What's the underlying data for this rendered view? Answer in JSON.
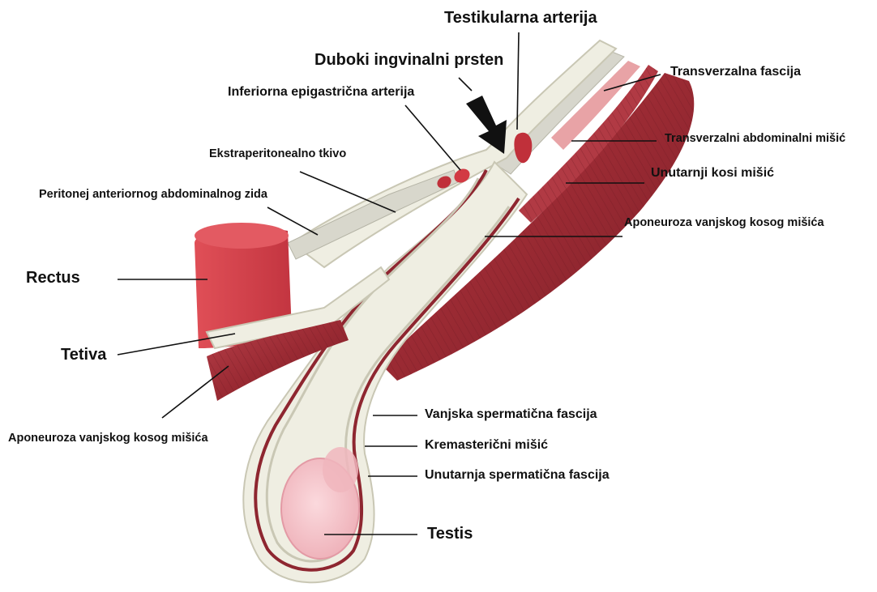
{
  "diagram": {
    "labels": {
      "testikularna_arterija": "Testikularna arterija",
      "duboki_ingvinalni_prsten": "Duboki ingvinalni prsten",
      "inferiorna_epigastricna_arterija": "Inferiorna epigastrična arterija",
      "transverzalna_fascija": "Transverzalna fascija",
      "transverzalni_abdominalni_misic": "Transverzalni abdominalni mišić",
      "ekstraperitonealno_tkivo": "Ekstraperitonealno tkivo",
      "unutarnji_kosi_misic": "Unutarnji kosi mišić",
      "peritonej": "Peritonej anteriornog abdominalnog zida",
      "aponeuroza_vanjskog_desno": "Aponeuroza vanjskog kosog mišića",
      "rectus": "Rectus",
      "tetiva": "Tetiva",
      "aponeuroza_vanjskog_lijevo": "Aponeuroza vanjskog kosog mišića",
      "vanjska_spermaticna_fascija": "Vanjska spermatična fascija",
      "kremastericni_misic": "Kremasterični mišić",
      "unutarnja_spermaticna_fascija": "Unutarnja spermatična fascija",
      "testis": "Testis"
    },
    "colors": {
      "muscle": "#a8323c",
      "muscle_dark": "#7a1f28",
      "muscle_light": "#e9a0a3",
      "fascia": "#efeee2",
      "fascia_outline": "#c9c7b4",
      "rectus": "#d9434c",
      "testis": "#f4c2c8",
      "leader_line": "#111111"
    }
  }
}
